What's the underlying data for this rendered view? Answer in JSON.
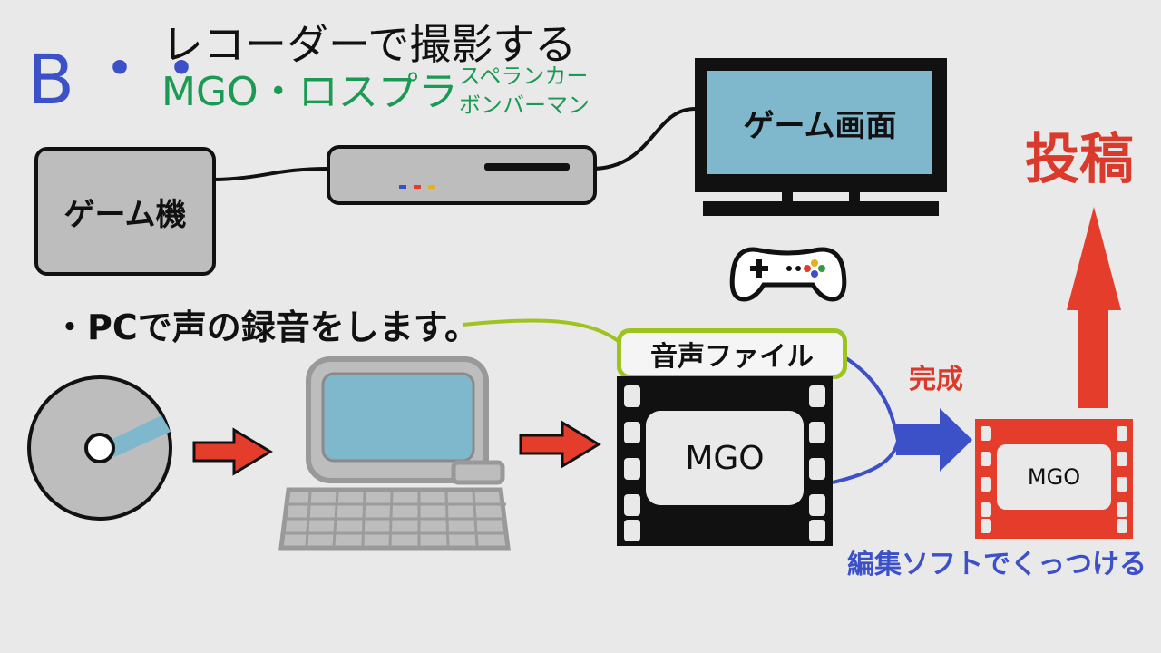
{
  "heading": {
    "letter": "B",
    "dots": "・・",
    "title": "レコーダーで撮影する",
    "games": "MGO・ロスプラ",
    "sub_games": [
      "スペランカー",
      "ボンバーマン"
    ]
  },
  "console_label": "ゲーム機",
  "tv_label": "ゲーム画面",
  "post_label": "投稿",
  "pc_note": "・PCで声の録音をします。",
  "audio_file_label": "音声ファイル",
  "done_label": "完成",
  "edit_note": "編集ソフトでくっつける",
  "video_big_label": "MGO",
  "video_small_label": "MGO",
  "icons": [
    "disc-icon",
    "computer-icon",
    "gamepad-icon",
    "right-arrow-icon",
    "up-arrow-icon"
  ],
  "colors": {
    "accent_blue": "#3c50c8",
    "accent_green": "#1a9a52",
    "accent_red": "#d93a2b",
    "screen_blue": "#7fb7cc",
    "device_gray": "#bdbdbd",
    "lime": "#9dc31f"
  }
}
